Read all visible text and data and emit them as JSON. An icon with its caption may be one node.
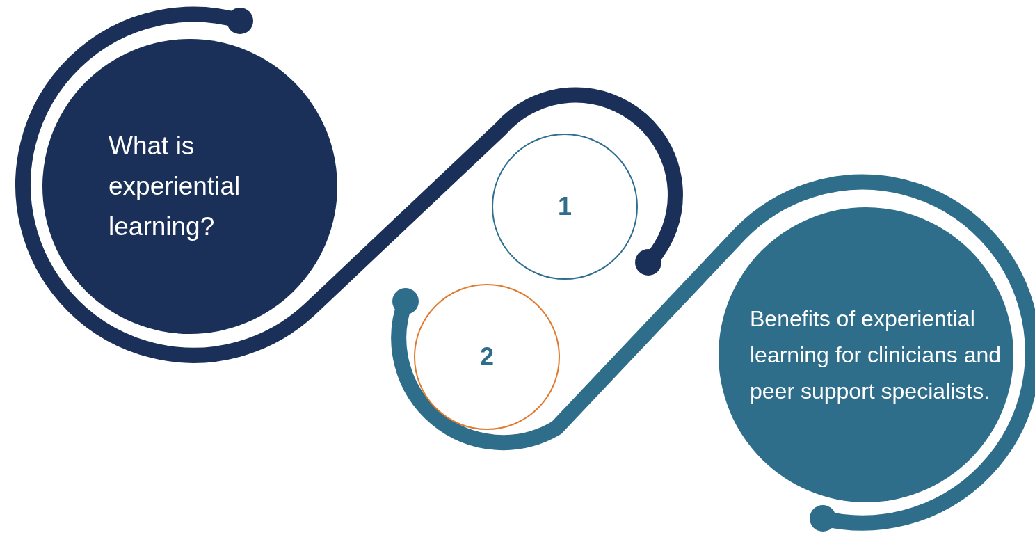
{
  "diagram": {
    "nodes": [
      {
        "text": [
          "What is experiential learning?"
        ]
      },
      {
        "text": [
          "1"
        ]
      },
      {
        "text": [
          "2"
        ]
      },
      {
        "text": [
          "Benefits of experiential learning for clinicians and peer support specialists."
        ]
      }
    ]
  }
}
